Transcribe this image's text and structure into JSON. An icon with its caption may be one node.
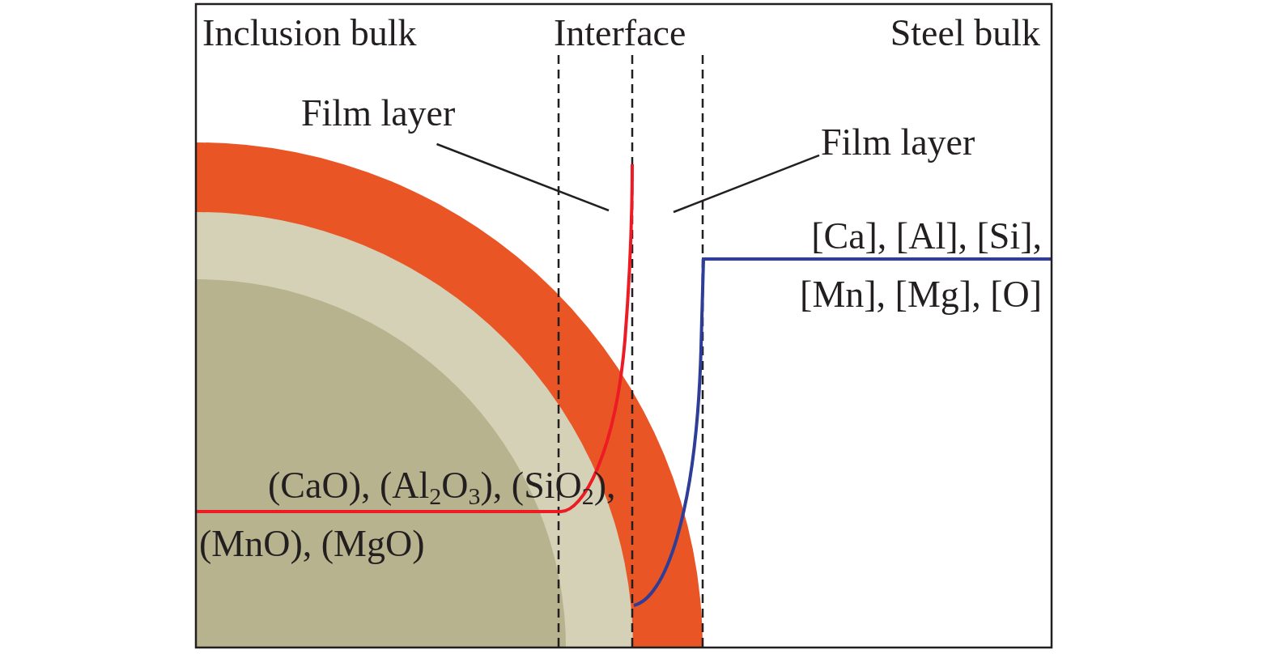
{
  "diagram": {
    "nodes": [
      {
        "text": [
          "Film layer"
        ]
      },
      {
        "text": [
          "Film layer"
        ]
      }
    ],
    "edges": [
      {
        "from": 0,
        "to": null,
        "arrow": "none"
      },
      {
        "from": 1,
        "to": null,
        "arrow": "none"
      }
    ],
    "labels": [
      "Inclusion bulk",
      "Interface",
      "Steel bulk",
      "[Ca], [Al], [Si], [Mn], [Mg], [O]",
      "(CaO), (Al$_{2}$O$_{3}$), (SiO$_{2}$), (MnO), (MgO)"
    ]
  }
}
